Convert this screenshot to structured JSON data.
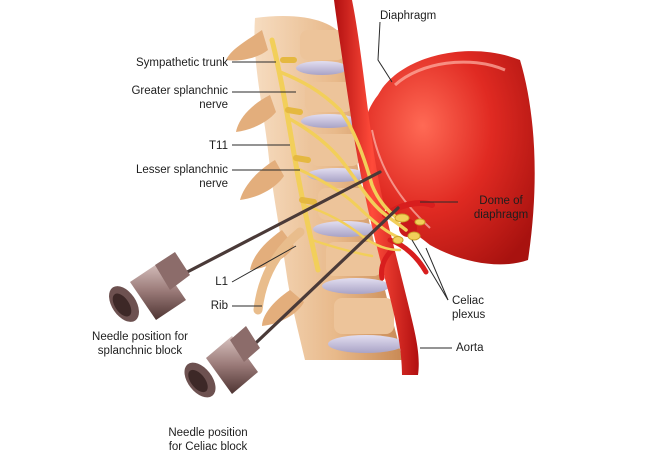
{
  "labels": {
    "sympathetic_trunk": "Sympathetic trunk",
    "greater_splanchnic_1": "Greater splanchnic",
    "greater_splanchnic_2": "nerve",
    "t11": "T11",
    "lesser_splanchnic_1": "Lesser splanchnic",
    "lesser_splanchnic_2": "nerve",
    "l1": "L1",
    "rib": "Rib",
    "needle_splanchnic_1": "Needle position for",
    "needle_splanchnic_2": "splanchnic block",
    "needle_celiac_1": "Needle position",
    "needle_celiac_2": "for Celiac block",
    "diaphragm": "Diaphragm",
    "dome_1": "Dome of",
    "dome_2": "diaphragm",
    "celiac_1": "Celiac",
    "celiac_2": "plexus",
    "aorta": "Aorta"
  },
  "colors": {
    "vertebra": "#e8b98a",
    "vertebra_shade": "#c98a55",
    "disc": "#c9c5dc",
    "nerve": "#f2cf5a",
    "aorta": "#d81e1e",
    "diaphragm": "#e02a22",
    "needle_hub": "#9a7a78",
    "leader": "#2a2a2a"
  }
}
